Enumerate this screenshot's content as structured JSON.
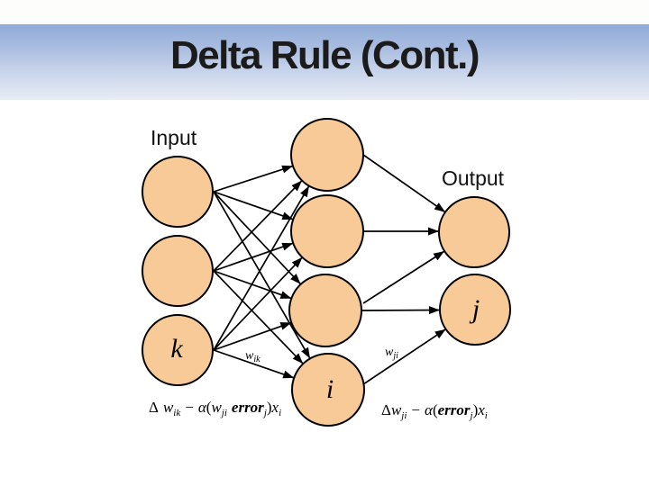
{
  "title": "Delta Rule (Cont.)",
  "diagram": {
    "input_label": "Input",
    "output_label": "Output",
    "nodes": {
      "k_label": "k",
      "i_label": "i",
      "j_label": "j"
    },
    "weights": {
      "wik_base": "w",
      "wik_sub": "ik",
      "wji_base": "w",
      "wji_sub": "ji"
    },
    "formula_left": {
      "delta": "Δ",
      "w1": "w",
      "w1_sub": "ik",
      "op": "−",
      "alpha": "α",
      "open": "(",
      "w2": "w",
      "w2_sub": "ji",
      "error": "error",
      "error_sub": "j",
      "close": ")",
      "x": "x",
      "x_sub": "i"
    },
    "formula_right": {
      "delta": "Δ",
      "w1": "w",
      "w1_sub": "ji",
      "op": "−",
      "alpha": "α",
      "open": "(",
      "error": "error",
      "error_sub": "j",
      "close": ")",
      "x": "x",
      "x_sub": "i"
    },
    "colors": {
      "node_fill": "#F8CA98",
      "node_stroke": "#000000",
      "arrow": "#000000",
      "header_top": "#8FABD8",
      "header_bottom": "#E8EDF6"
    }
  }
}
